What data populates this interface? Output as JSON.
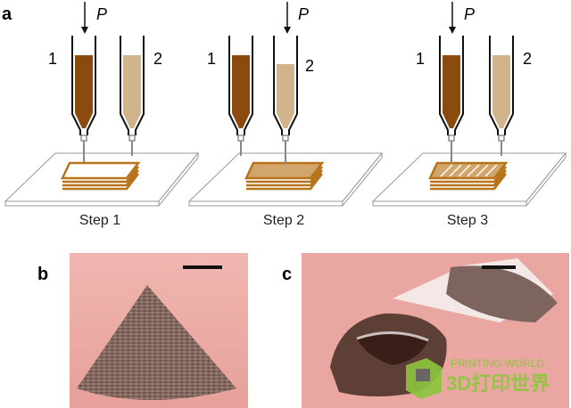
{
  "panel_labels": {
    "a": "a",
    "b": "b",
    "c": "c"
  },
  "pressure_label": "P",
  "syringe_labels": {
    "one": "1",
    "two": "2"
  },
  "steps": [
    {
      "label": "Step 1"
    },
    {
      "label": "Step 2"
    },
    {
      "label": "Step 3"
    }
  ],
  "watermark": {
    "top": "PRINTING WORLD",
    "bottom": "3D打印世界"
  },
  "colors": {
    "dark_ink": "#8B4A0E",
    "light_ink": "#D2B48C",
    "pink_bg": "#E9A4A0",
    "watermark_green": "#8DC63F"
  }
}
